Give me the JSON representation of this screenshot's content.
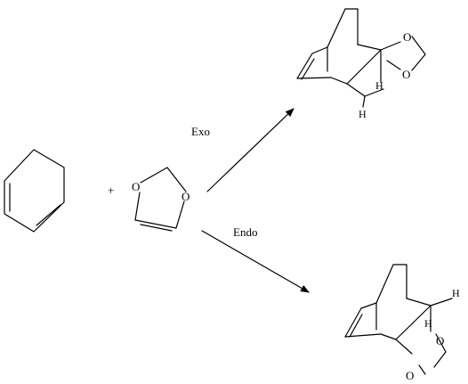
{
  "reactants": {
    "plus_sign": "+",
    "dioxole_atoms": {
      "o1": "O",
      "o2": "O"
    }
  },
  "pathways": {
    "exo_label": "Exo",
    "endo_label": "Endo"
  },
  "products": {
    "exo": {
      "o1": "O",
      "o2": "O",
      "h1": "H",
      "h2": "H"
    },
    "endo": {
      "o1": "O",
      "o2": "O",
      "h1": "H",
      "h2": "H"
    }
  }
}
